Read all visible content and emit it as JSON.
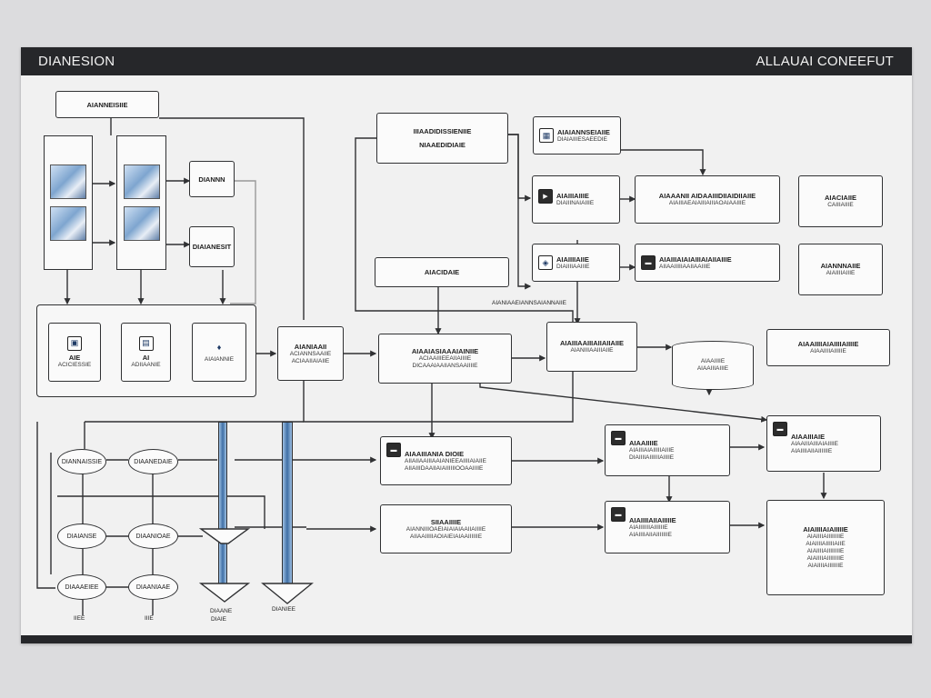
{
  "header": {
    "left_title": "DIANESION",
    "right_title": "ALLAUAI CONEEFUT"
  },
  "left_section": {
    "top_label": "AIANNEISIIE",
    "mid_box_1": "DIANNN",
    "mid_box_2": "DIAIANESIT",
    "panel_items": [
      {
        "title": "AIE",
        "text": "ACICIESSIE"
      },
      {
        "title": "AI",
        "text": "ADIIAANIE"
      },
      {
        "title": "",
        "text": "AIAIANNIE"
      }
    ],
    "hub": {
      "title": "AIANIAAII",
      "lines": [
        "ACIANNSAAIIE",
        "ACIAAIIAIAIIE"
      ]
    }
  },
  "ellipses": [
    "DIANNAISSIE",
    "DIAANEDAIE",
    "DIAIANSE",
    "DIAANIOAE",
    "DIAAAEIEE",
    "DIAANIAAE"
  ],
  "bottom_labels": [
    "IIEE",
    "IIIE",
    "DIAANE",
    "DIAIE",
    "DIANIEE"
  ],
  "center": {
    "top_box": [
      "IIIAADIDISSIENIIE",
      "NIAAEDIDIAIE"
    ],
    "mid_box": "AIACIDAIE",
    "wire_label": "AIANIAAEIANNSAIANNAIIE",
    "process_box": {
      "title": "AIAAIASIAAAIAINIIE",
      "lines": [
        "ACIAAIIIEEAIIAIIIIE",
        "DICAAAIAAIIANSAAIIIIE"
      ]
    },
    "lower_box_1": {
      "title": "AIAAIIIANIA DIOIE",
      "lines": [
        "AIIAIIAAIIIAAIANIEEAIIIIAIAIIE",
        "AIIAIIIDAAIIAIAIIIIIIOOAAIIIIE"
      ]
    },
    "lower_box_2": {
      "title": "SIIAAIIIIE",
      "lines": [
        "AIANNIIIOAEIAIAIAIAAIIAIIIIE",
        "AIIAAIIIIIAOIAIEIAIAAIIIIIIE"
      ]
    }
  },
  "right_section": {
    "top_card": {
      "title": "AIAIANNSEIAIIE",
      "text": "DIAIAIIIESAEEDIE"
    },
    "row1": [
      {
        "title": "AIAIIIAIIIE",
        "text": "DIAIIINAIAIIIE"
      },
      {
        "title": "AIAAANII AIDAAIIIDIIAIDIIAIIE",
        "text": "AIAIIIAEAIAIIIAIIIAOAIAAIIIE"
      },
      {
        "title": "AIACIAIIE",
        "text": "CAIIIAIIIE"
      }
    ],
    "row2": [
      {
        "title": "AIAIIIIAIIE",
        "text": "DIAIIIIAAIIIE"
      },
      {
        "title": "AIAIIIAIAIAIIIAIAIIAIIIE",
        "text": "AIIAAIIIIIAAIIAAIIIE"
      },
      {
        "title": "AIANNNAIIE",
        "text": "AIAIIIIAIIIE"
      }
    ],
    "mid_box": {
      "title": "AIAIIIAAIIIAIIAIIAIIE",
      "text": "AIANIIIAAIIIAIIE"
    },
    "card_a": {
      "title": "AIAAIIIIE",
      "lines": [
        "AIAIIIAIAIIIIIAIIIE",
        "DIAIIIIAIIIIIIAIIIIE"
      ]
    },
    "cylinder": [
      "AIAAIIIIE",
      "AIAAIIIAIIIE"
    ],
    "banner": {
      "title": "AIAAIIIIAIAIIIIAIIIIE",
      "text": "AIAAIIIIAIIIIIE"
    },
    "card_b": {
      "title": "AIAAIIIAIE",
      "lines": [
        "AIAAIIIAIIIAIAIIIIE",
        "AIAIIIIAIIAIIIIIIE"
      ]
    },
    "card_c": {
      "title": "AIAIIIIAIIAIIIIIE",
      "lines": [
        "AIAIIIIIIIAIIIIIIE",
        "AIAIIIIAIIAIIIIIIIE"
      ]
    },
    "card_d": {
      "title": "AIAIIIIAIAIIIIIE",
      "lines": [
        "AIAIIIIAIIIIIIIIE",
        "AIAIIIIAIIIIIAIIE",
        "AIAIIIIAIIIIIIIIE",
        "AIAIIIIAIIIIIIIIE",
        "AIAIIIIAIIIIIIIE"
      ]
    }
  },
  "colors": {
    "bar": "#26272a",
    "stroke": "#303133",
    "accent": "#3f6fa5"
  }
}
